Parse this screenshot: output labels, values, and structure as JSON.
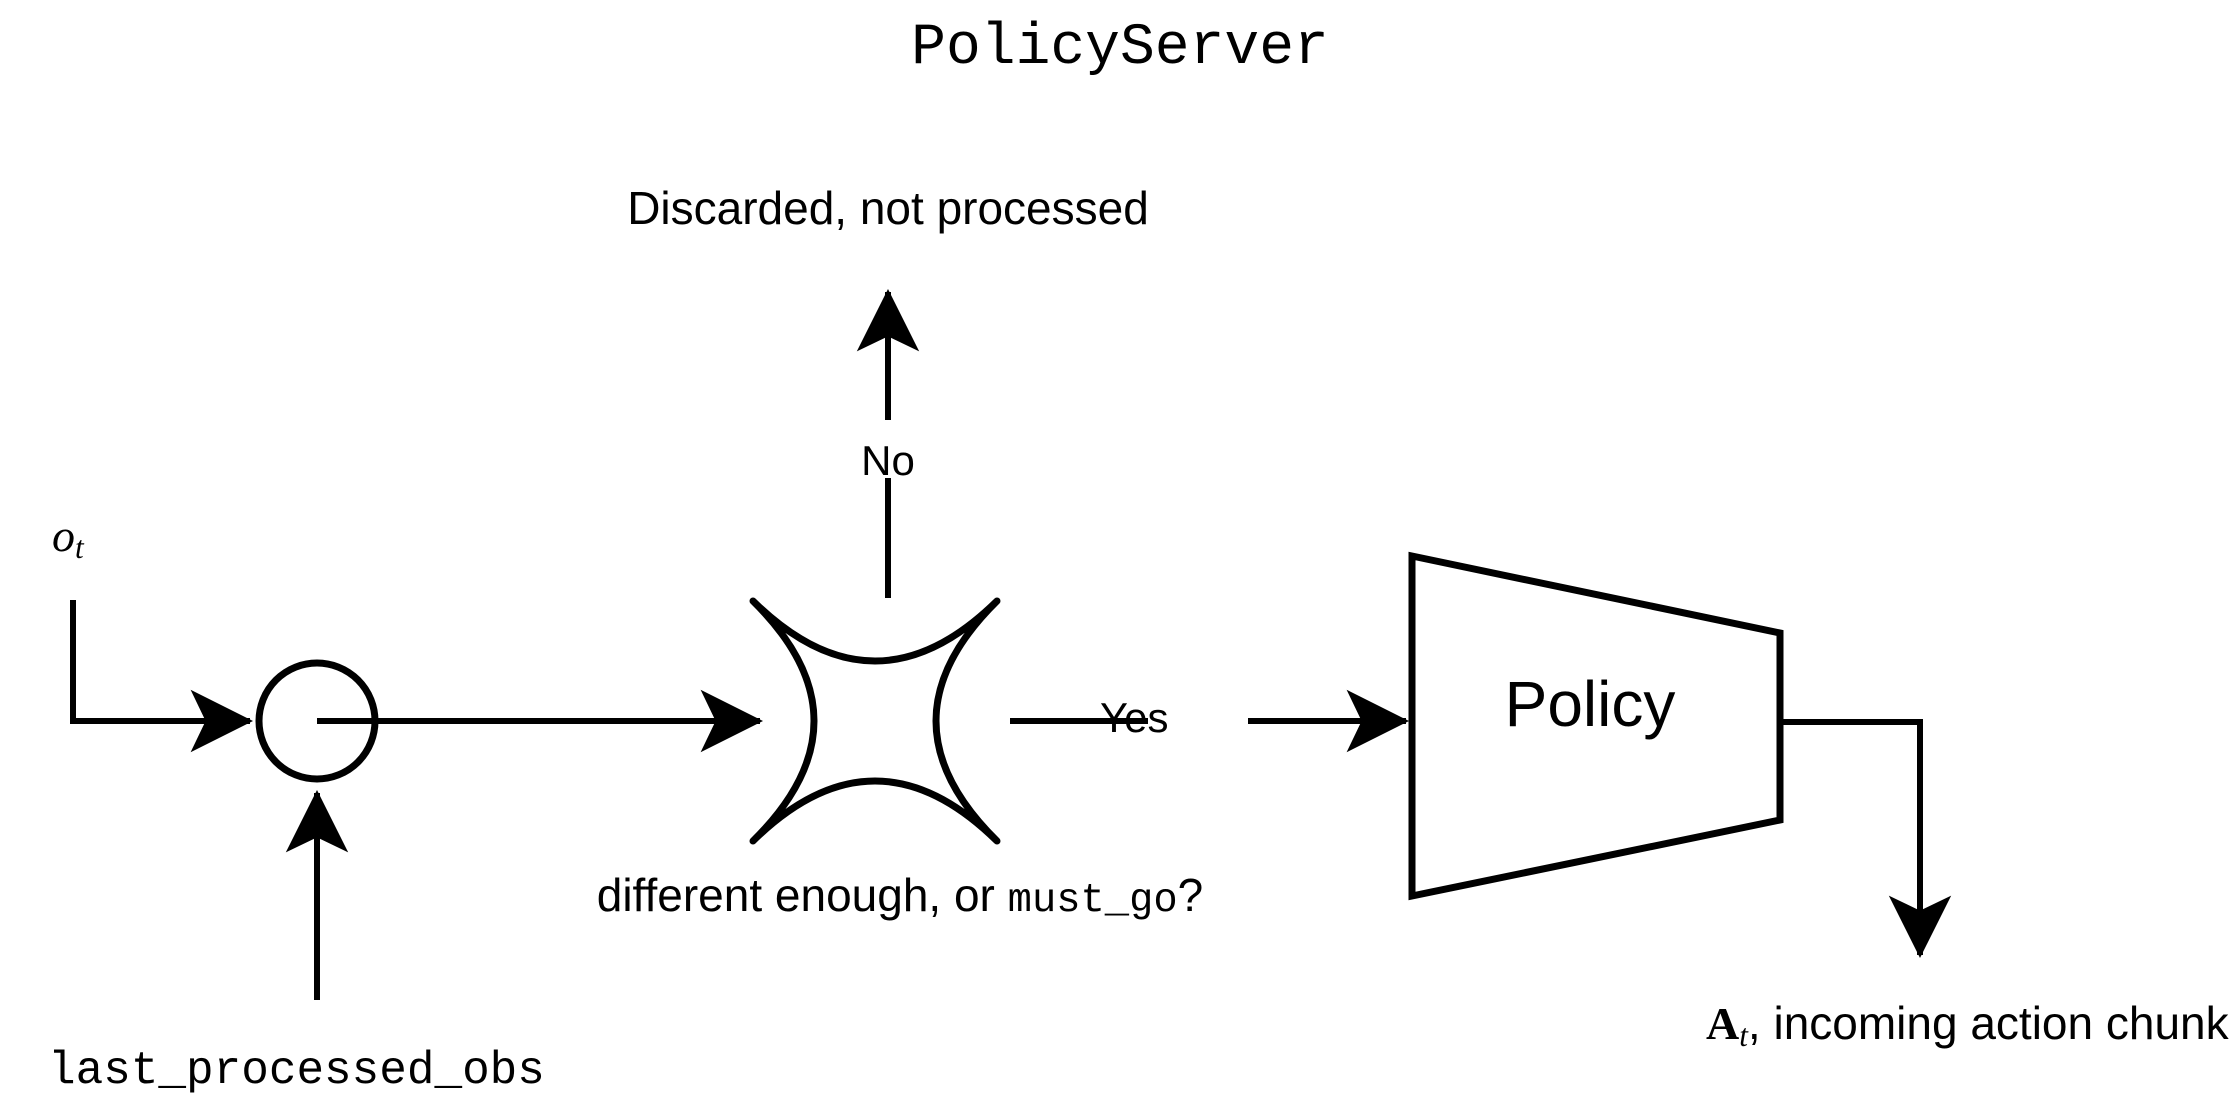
{
  "title": "PolicyServer",
  "nodes": {
    "merge": {
      "name": "merge-node",
      "shape": "circle"
    },
    "decision": {
      "name": "decision-node",
      "shape": "concave-four-point-star",
      "label": "different enough, or must_go?",
      "label_plain": "different enough, or ",
      "label_code": "must_go",
      "label_tail": "?"
    },
    "policy": {
      "name": "policy-node",
      "shape": "trapezoid",
      "label": "Policy"
    }
  },
  "edges": {
    "obs_in": {
      "label": "o",
      "subscript": "t"
    },
    "last_processed_obs": {
      "label": "last_processed_obs"
    },
    "no_branch": {
      "label": "No",
      "target": "Discarded, not processed"
    },
    "yes_branch": {
      "label": "Yes",
      "target": "Policy"
    },
    "action_out": {
      "label_symbol": "A",
      "label_subscript": "t",
      "label_text": ", incoming action chunk"
    }
  },
  "labels": {
    "discarded": "Discarded, not processed",
    "no": "No",
    "yes": "Yes",
    "policy": "Policy",
    "decision_plain": "different enough, or ",
    "decision_code": "must_go",
    "decision_tail": "?",
    "obs_symbol": "o",
    "obs_sub": "t",
    "last_processed_obs": "last_processed_obs",
    "chunk_symbol": "A",
    "chunk_sub": "t",
    "chunk_text": ", incoming action chunk"
  },
  "colors": {
    "background": "#ffffff",
    "stroke": "#000000",
    "text": "#000000"
  }
}
